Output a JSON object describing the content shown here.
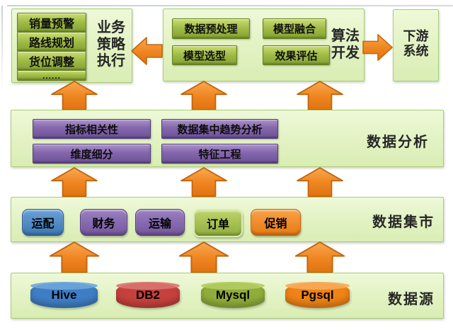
{
  "diagram": {
    "top": {
      "business": {
        "items": [
          "销量预警",
          "路线规划",
          "货位调整",
          "......"
        ],
        "label_lines": [
          "业务",
          "策略",
          "执行"
        ]
      },
      "algorithm": {
        "items": [
          "数据预处理",
          "模型融合",
          "模型选型",
          "效果评估"
        ],
        "label_lines": [
          "算法",
          "开发"
        ]
      },
      "downstream": {
        "label_lines": [
          "下游",
          "系统"
        ]
      }
    },
    "analysis": {
      "label": "数据分析",
      "items": [
        "指标相关性",
        "数据集中趋势分析",
        "维度细分",
        "特征工程"
      ]
    },
    "mart": {
      "label": "数据集市",
      "items": [
        {
          "label": "运配",
          "color": "#3c78b4"
        },
        {
          "label": "财务",
          "color": "#74569d"
        },
        {
          "label": "运输",
          "color": "#74569d"
        },
        {
          "label": "订单",
          "color": "#90ad3d"
        },
        {
          "label": "促销",
          "color": "#e87a12"
        }
      ]
    },
    "source": {
      "label": "数据源",
      "items": [
        {
          "label": "Hive",
          "color": "#3f7ec4"
        },
        {
          "label": "DB2",
          "color": "#c6413d"
        },
        {
          "label": "Mysql",
          "color": "#90ad3a"
        },
        {
          "label": "Pgsql",
          "color": "#ee8316"
        }
      ]
    },
    "colors": {
      "band_fill": "#e2f2c2",
      "band_border": "#a9cc70",
      "arrow_orange": "#ef8723",
      "green_button": "#a2bd48",
      "purple_button": "#8466ab"
    }
  }
}
